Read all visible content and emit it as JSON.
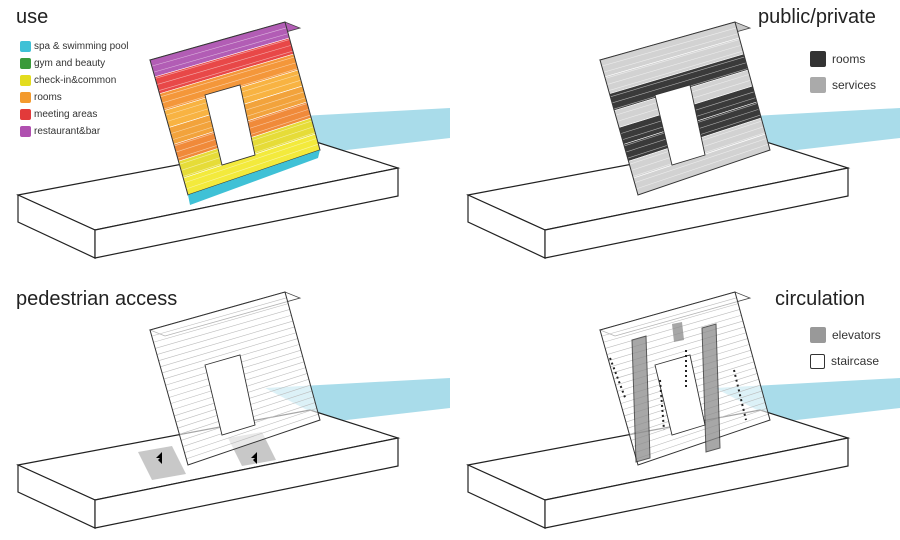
{
  "panels": {
    "use": {
      "title": "use",
      "legend": [
        {
          "label": "spa & swimming pool",
          "color": "#3fc1d6",
          "icon": "swimmer-icon"
        },
        {
          "label": "gym and beauty",
          "color": "#3a9a3a",
          "icon": "gym-icon"
        },
        {
          "label": "check-in&common",
          "color": "#e3dc1e",
          "icon": "reception-icon"
        },
        {
          "label": "rooms",
          "color": "#f39a2e",
          "icon": "bed-icon"
        },
        {
          "label": "meeting areas",
          "color": "#e23a3a",
          "icon": "meeting-icon"
        },
        {
          "label": "restaurant&bar",
          "color": "#b050b0",
          "icon": "cocktail-icon"
        }
      ]
    },
    "public_private": {
      "title": "public/private",
      "legend": [
        {
          "label": "rooms",
          "color": "#333333",
          "icon": "person-door-icon"
        },
        {
          "label": "services",
          "color": "#aaaaaa",
          "icon": "fence-icon"
        }
      ]
    },
    "pedestrian": {
      "title": "pedestrian access"
    },
    "circulation": {
      "title": "circulation",
      "legend": [
        {
          "label": "elevators",
          "color": "#999999",
          "icon": "elevator-icon"
        },
        {
          "label": "staircase",
          "color": "#333333",
          "icon": "staircase-icon"
        }
      ]
    }
  },
  "colors": {
    "water": "#a9dcea",
    "use_bands": [
      "#b25db5",
      "#e84848",
      "#f4973a",
      "#f8b342",
      "#f2a33c",
      "#f08a3a",
      "#e6dc38",
      "#f3ea3c"
    ],
    "private_band": "#3a3a3a",
    "public_band": "#d2d2d2"
  }
}
